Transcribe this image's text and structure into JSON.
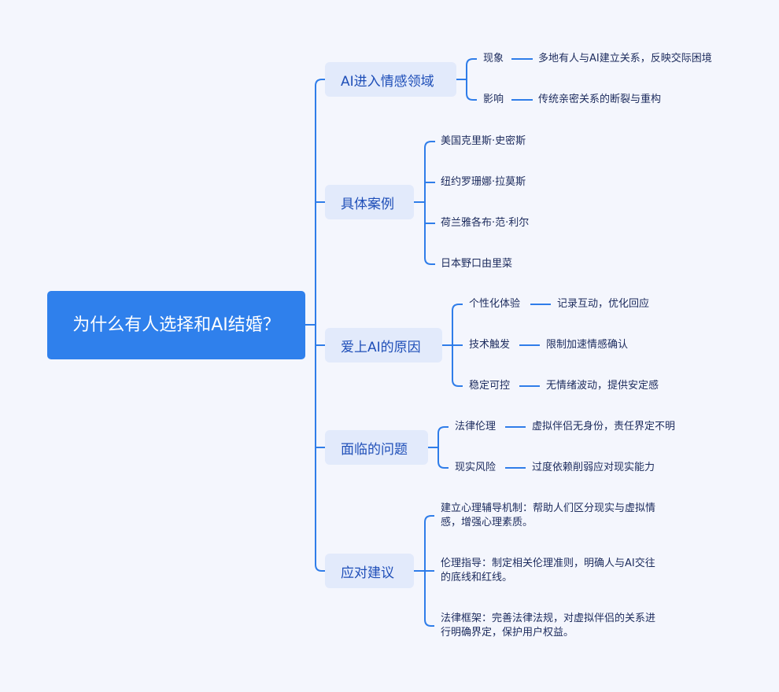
{
  "root": {
    "label": "为什么有人选择和AI结婚？"
  },
  "branches": [
    {
      "label": "AI进入情感领域",
      "children": [
        {
          "label": "现象",
          "detail": "多地有人与AI建立关系，反映交际困境"
        },
        {
          "label": "影响",
          "detail": "传统亲密关系的断裂与重构"
        }
      ]
    },
    {
      "label": "具体案例",
      "children": [
        {
          "label": "美国克里斯·史密斯"
        },
        {
          "label": "纽约罗珊娜·拉莫斯"
        },
        {
          "label": "荷兰雅各布·范·利尔"
        },
        {
          "label": "日本野口由里菜"
        }
      ]
    },
    {
      "label": "爱上AI的原因",
      "children": [
        {
          "label": "个性化体验",
          "detail": "记录互动，优化回应"
        },
        {
          "label": "技术触发",
          "detail": "限制加速情感确认"
        },
        {
          "label": "稳定可控",
          "detail": "无情绪波动，提供安定感"
        }
      ]
    },
    {
      "label": "面临的问题",
      "children": [
        {
          "label": "法律伦理",
          "detail": "虚拟伴侣无身份，责任界定不明"
        },
        {
          "label": "现实风险",
          "detail": "过度依赖削弱应对现实能力"
        }
      ]
    },
    {
      "label": "应对建议",
      "children": [
        {
          "label": "建立心理辅导机制：帮助人们区分现实与虚拟情感，增强心理素质。"
        },
        {
          "label": "伦理指导：制定相关伦理准则，明确人与AI交往的底线和红线。"
        },
        {
          "label": "法律框架：完善法律法规，对虚拟伴侣的关系进行明确界定，保护用户权益。"
        }
      ]
    }
  ],
  "colors": {
    "line": "#2f7de9",
    "root": "#2f80ec",
    "branch_bg": "#e2eafb",
    "background": "#f4f6fd"
  }
}
